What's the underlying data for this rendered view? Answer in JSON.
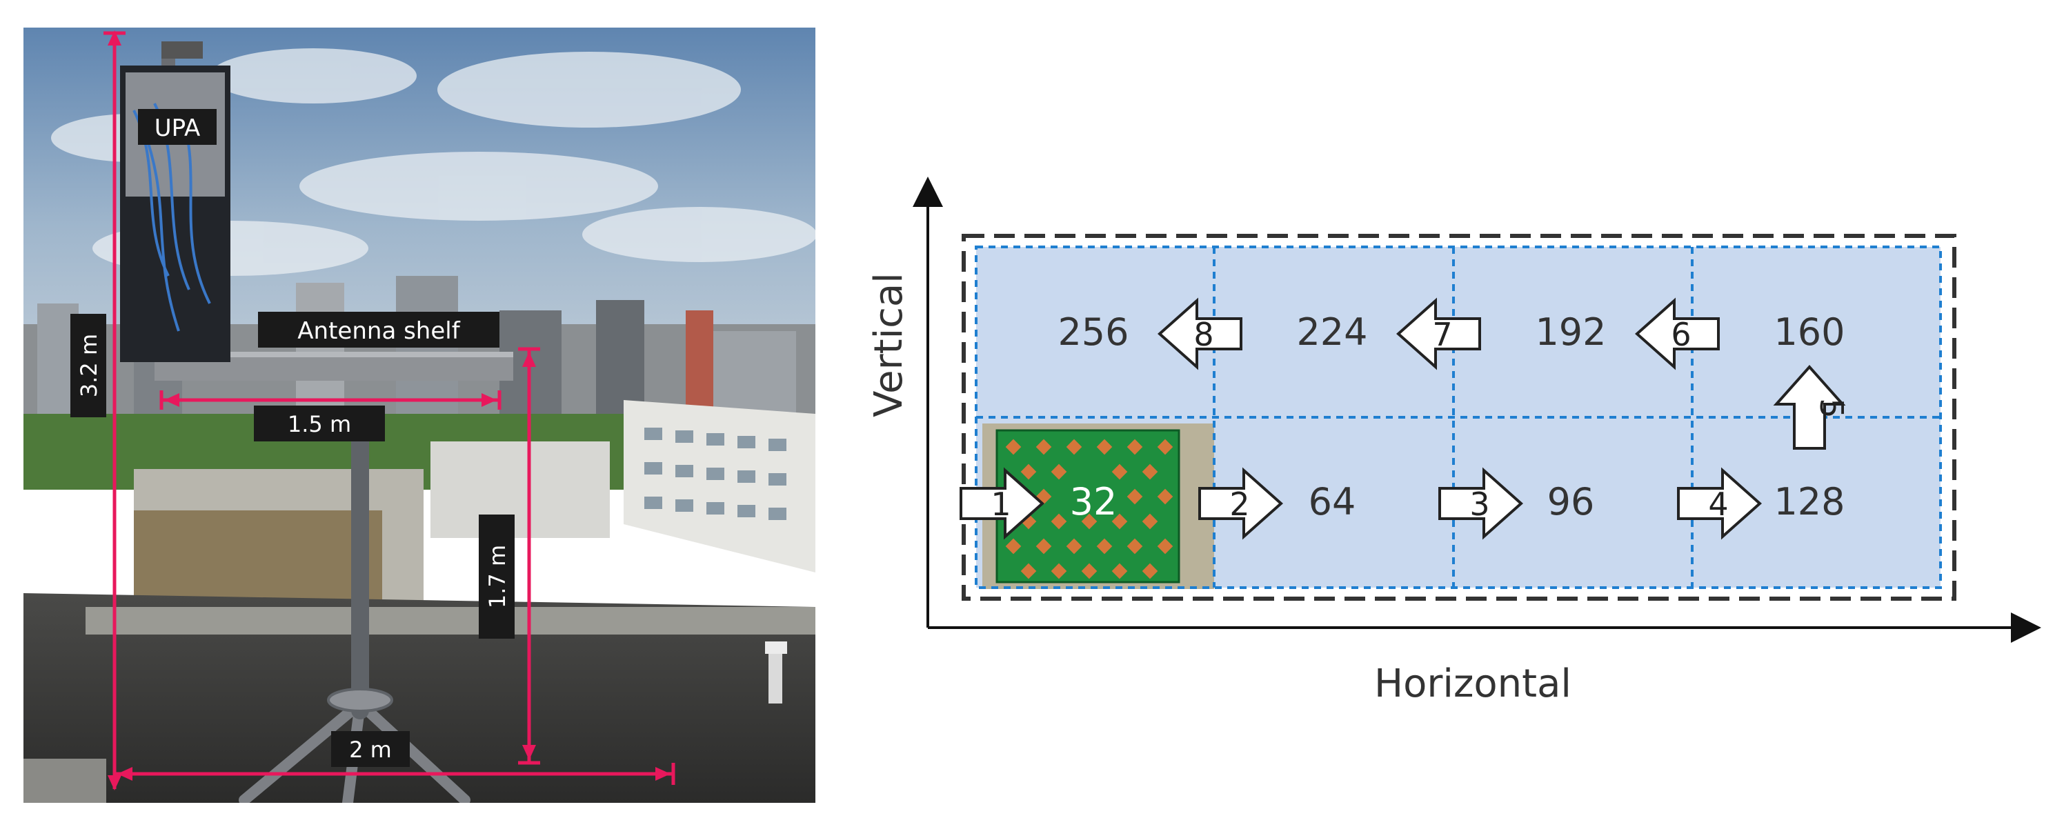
{
  "photo": {
    "labels": {
      "upa": "UPA",
      "antenna_shelf": "Antenna shelf",
      "shelf_width": "1.5 m",
      "total_height": "3.2 m",
      "shelf_height": "1.7 m",
      "base_width": "2 m"
    },
    "colors": {
      "dimension_line": "#e8185c",
      "label_bg": "#1a1a1a"
    }
  },
  "diagram": {
    "axes": {
      "x": "Horizontal",
      "y": "Vertical"
    },
    "top_row_values": [
      "256",
      "224",
      "192",
      "160"
    ],
    "bottom_row_values": [
      "32",
      "64",
      "96",
      "128"
    ],
    "steps": [
      "1",
      "2",
      "3",
      "4",
      "5",
      "6",
      "7",
      "8"
    ],
    "colors": {
      "cell_fill": "#c9d9ef",
      "grid_line": "#1f7fd0",
      "outer_border": "#333333",
      "array_green": "#1e8e3e",
      "array_element": "#d4763a"
    }
  }
}
